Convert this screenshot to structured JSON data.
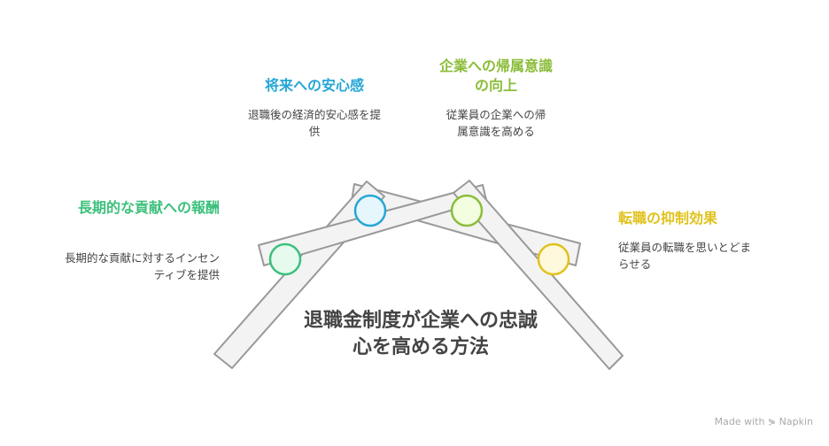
{
  "title": "退職金制度が企業への忠誠心を高める方法",
  "items": [
    {
      "title": "長期的な貢献への報酬",
      "desc": "長期的な貢献に対するインセンティブを提供",
      "color": "#3cc07c",
      "fill": "#e6fbee"
    },
    {
      "title": "将来への安心感",
      "desc": "退職後の経済的安心感を提供",
      "color": "#26a6d6",
      "fill": "#e6f6fd"
    },
    {
      "title": "企業への帰属意識の向上",
      "desc": "従業員の企業への帰属意識を高める",
      "color": "#8bbd3a",
      "fill": "#f3fde0"
    },
    {
      "title": "転職の抑制効果",
      "desc": "従業員の転職を思いとどまらせる",
      "color": "#e0c21c",
      "fill": "#fef9dc"
    }
  ],
  "watermark": "Made with ⋟ Napkin"
}
